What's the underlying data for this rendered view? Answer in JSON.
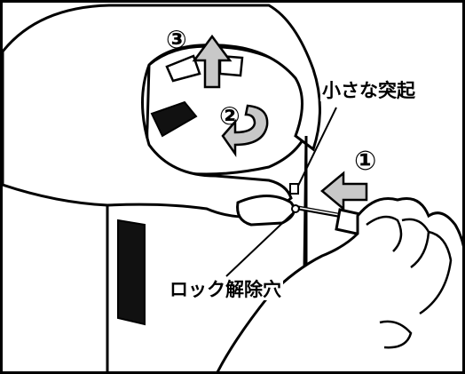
{
  "labels": {
    "small_protrusion": "小さな突起",
    "lock_release_hole": "ロック解除穴"
  },
  "steps": {
    "step1": "①",
    "step2": "②",
    "step3": "③"
  },
  "colors": {
    "line": "#000000",
    "arrow_fill": "#c8c8c8",
    "dark_window": "#111111",
    "background": "#ffffff"
  }
}
